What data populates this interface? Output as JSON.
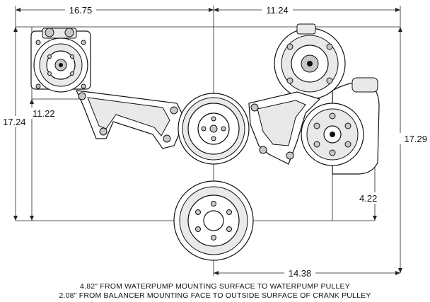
{
  "dimensions": {
    "top_left": "16.75",
    "top_right": "11.24",
    "left_outer": "17.24",
    "left_inner": "11.22",
    "right_outer": "17.29",
    "right_inner": "4.22",
    "bottom": "14.38"
  },
  "notes": [
    "4.82\" FROM WATERPUMP MOUNTING SURFACE TO WATERPUMP PULLEY",
    "2.08\" FROM BALANCER MOUNTING FACE TO OUTSIDE SURFACE OF CRANK PULLEY"
  ],
  "colors": {
    "line": "#111111",
    "shade": "#e9e9e9",
    "dark": "#c8c8c8"
  }
}
